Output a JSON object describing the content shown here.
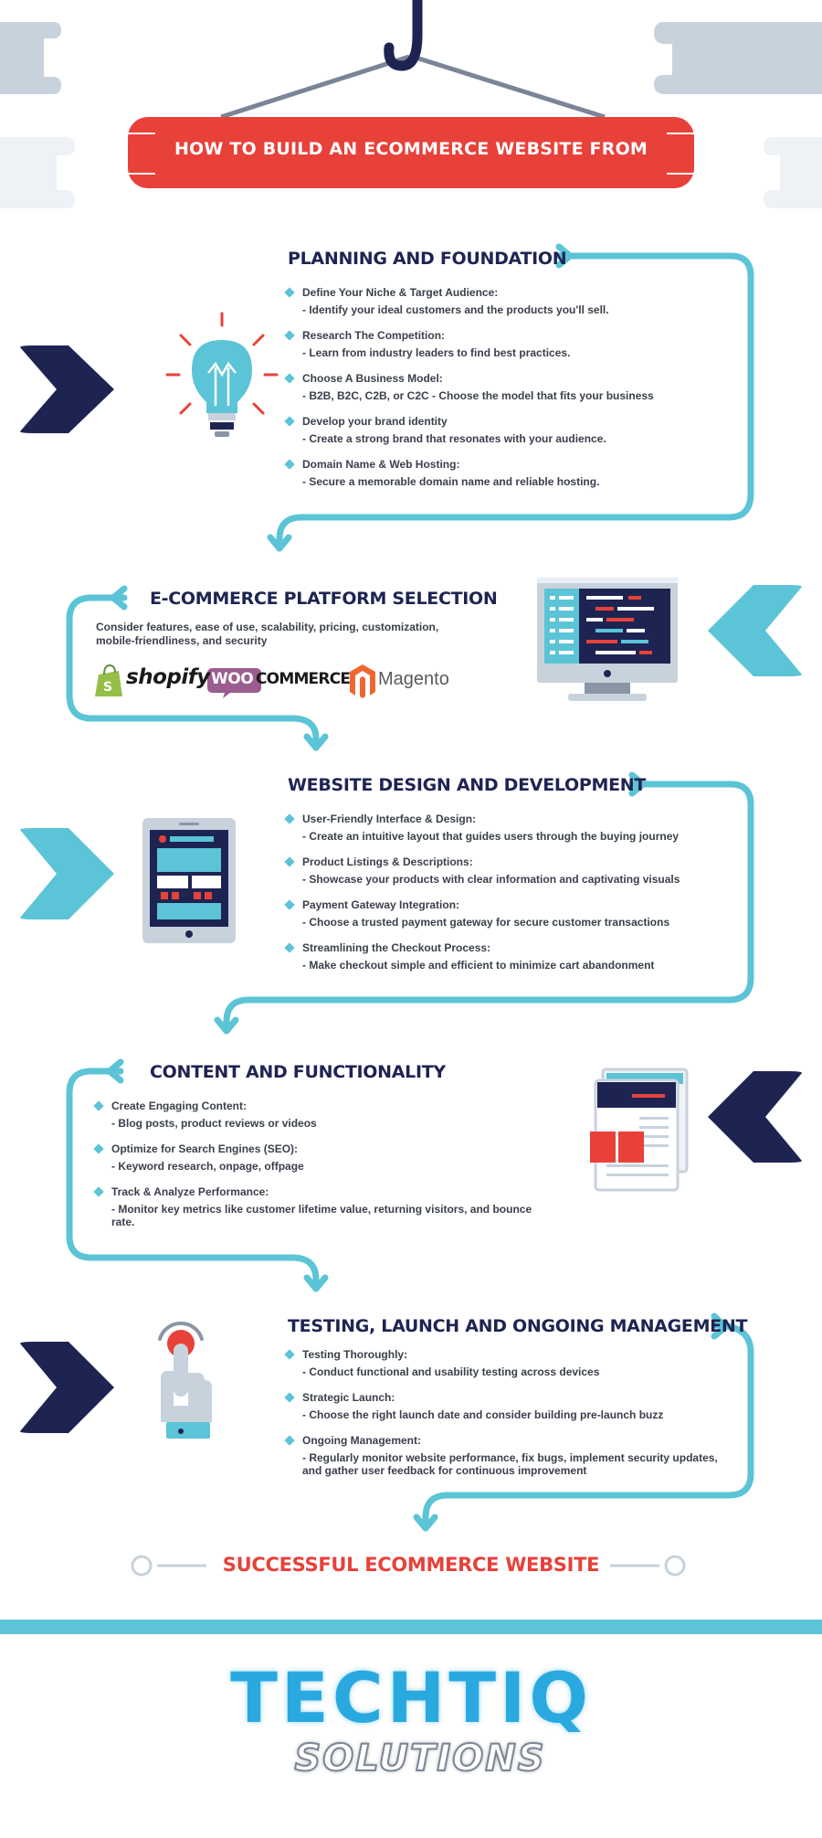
{
  "banner": {
    "title": "HOW TO BUILD AN ECOMMERCE WEBSITE FROM SCRATCH"
  },
  "colors": {
    "red": "#e8413a",
    "navy": "#1e2452",
    "teal": "#5bc4d6",
    "grey": "#c8d2dd"
  },
  "sections": {
    "planning": {
      "title": "PLANNING AND FOUNDATION",
      "icon": "lightbulb-icon",
      "items": [
        {
          "title": "Define Your Niche & Target Audience:",
          "desc": "- Identify your ideal customers and the products you'll sell."
        },
        {
          "title": "Research The Competition:",
          "desc": "- Learn from industry leaders to find best practices."
        },
        {
          "title": "Choose A Business Model:",
          "desc": "- B2B, B2C, C2B, or C2C - Choose the model that fits your business"
        },
        {
          "title": "Develop your brand identity",
          "desc": "- Create a strong brand that resonates with your audience."
        },
        {
          "title": "Domain Name & Web Hosting:",
          "desc": "- Secure a memorable domain name and reliable hosting."
        }
      ]
    },
    "platform": {
      "title": "E-COMMERCE PLATFORM SELECTION",
      "icon": "monitor-icon",
      "text": "Consider features, ease of use, scalability, pricing, customization, mobile-friendliness, and security",
      "logos": {
        "shopify": "shopify",
        "woo_a": "WOO",
        "woo_b": "COMMERCE",
        "magento": "Magento"
      }
    },
    "design": {
      "title": "WEBSITE DESIGN AND DEVELOPMENT",
      "icon": "tablet-icon",
      "items": [
        {
          "title": "User-Friendly Interface & Design:",
          "desc": "- Create an intuitive layout that guides users through the buying journey"
        },
        {
          "title": "Product Listings & Descriptions:",
          "desc": "- Showcase your products with clear information and captivating visuals"
        },
        {
          "title": "Payment Gateway Integration:",
          "desc": "- Choose a trusted payment gateway for secure customer transactions"
        },
        {
          "title": "Streamlining the Checkout Process:",
          "desc": "- Make checkout simple and efficient to minimize cart abandonment"
        }
      ]
    },
    "content": {
      "title": "CONTENT AND FUNCTIONALITY",
      "icon": "documents-icon",
      "items": [
        {
          "title": "Create Engaging Content:",
          "desc": "- Blog posts, product reviews or videos"
        },
        {
          "title": "Optimize for Search Engines (SEO):",
          "desc": "- Keyword research, onpage, offpage"
        },
        {
          "title": "Track & Analyze Performance:",
          "desc": "- Monitor key metrics like customer lifetime value, returning visitors, and bounce rate."
        }
      ]
    },
    "testing": {
      "title": "TESTING, LAUNCH AND ONGOING MANAGEMENT",
      "icon": "hand-pointer-icon",
      "items": [
        {
          "title": "Testing Thoroughly:",
          "desc": "- Conduct functional and usability testing across devices"
        },
        {
          "title": "Strategic Launch:",
          "desc": "- Choose the right launch date and consider building pre-launch buzz"
        },
        {
          "title": "Ongoing Management:",
          "desc": "-  Regularly monitor website performance, fix bugs, implement security updates, and gather user feedback for continuous improvement"
        }
      ]
    }
  },
  "final": {
    "title": "SUCCESSFUL ECOMMERCE WEBSITE"
  },
  "footer": {
    "logo_top": "TECHTIQ",
    "logo_bottom": "SOLUTIONS"
  }
}
